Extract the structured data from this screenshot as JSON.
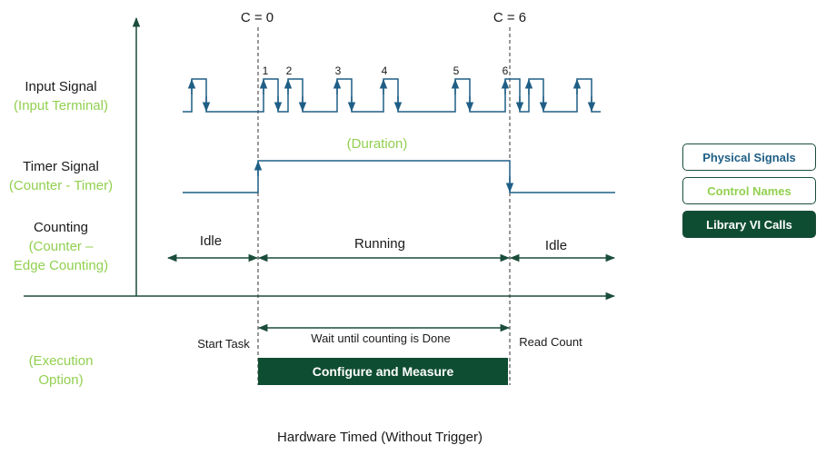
{
  "markers": {
    "c_start": "C = 0",
    "c_end": "C = 6"
  },
  "rows": {
    "input": {
      "label": "Input Signal",
      "control": "(Input Terminal)"
    },
    "timer": {
      "label": "Timer Signal",
      "control": "(Counter - Timer)"
    },
    "counting": {
      "label": "Counting",
      "control_line1": "(Counter –",
      "control_line2": "Edge Counting)"
    },
    "execution": {
      "control_line1": "(Execution",
      "control_line2": "Option)"
    }
  },
  "pulse_numbers": [
    "1",
    "2",
    "3",
    "4",
    "5",
    "6"
  ],
  "duration_label": "(Duration)",
  "phases": {
    "idle_left": "Idle",
    "running": "Running",
    "idle_right": "Idle"
  },
  "execution": {
    "start": "Start Task",
    "wait": "Wait until counting is Done",
    "read": "Read Count",
    "configure": "Configure and Measure"
  },
  "legend": {
    "physical": "Physical Signals",
    "control": "Control Names",
    "library": "Library VI Calls"
  },
  "caption": "Hardware Timed (Without Trigger)",
  "colors": {
    "physical": "#1f5f86",
    "control": "#92d050",
    "library": "#0f4d32",
    "line": "#1a4d3a"
  }
}
